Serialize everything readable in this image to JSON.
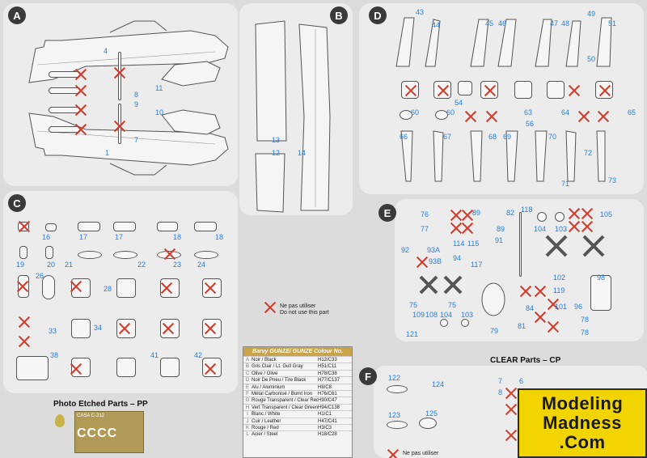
{
  "sections": {
    "a": "A",
    "b": "B",
    "c": "C",
    "d": "D",
    "e": "E",
    "f": "F"
  },
  "labels": {
    "photo_etched": "Photo Etched Parts – PP",
    "clear_parts": "CLEAR Parts – CP",
    "ne_pas_utiliser": "Ne pas utiliser",
    "do_not_use": "Do not use this part"
  },
  "part_numbers": {
    "a": [
      "4",
      "1",
      "8",
      "9",
      "11",
      "10",
      "7"
    ],
    "b": [
      "13",
      "12",
      "14"
    ],
    "c": [
      "16",
      "17",
      "17",
      "18",
      "18",
      "19",
      "20",
      "21",
      "22",
      "23",
      "24",
      "26",
      "28",
      "33",
      "34",
      "38",
      "41",
      "42"
    ],
    "d": [
      "43",
      "44",
      "45",
      "46",
      "47",
      "48",
      "49",
      "50",
      "51",
      "54",
      "56",
      "60",
      "60",
      "63",
      "64",
      "65",
      "66",
      "67",
      "68",
      "69",
      "70",
      "71",
      "72",
      "73"
    ],
    "e": [
      "76",
      "77",
      "89",
      "82",
      "118",
      "105",
      "92",
      "93A",
      "115",
      "114",
      "89",
      "91",
      "104",
      "103",
      "93B",
      "94",
      "117",
      "102",
      "98",
      "75",
      "75",
      "119",
      "84",
      "101",
      "96",
      "109",
      "108",
      "104",
      "103",
      "81",
      "78",
      "121",
      "79",
      "78"
    ],
    "f": [
      "122",
      "124",
      "123",
      "125",
      "7",
      "6",
      "8"
    ]
  },
  "color_table": {
    "header": "Barvy GUNZE/ GUNZE Colour No.",
    "rows": [
      {
        "l": "A",
        "name": "Noir / Black",
        "code": "H12/C33"
      },
      {
        "l": "B",
        "name": "Gris Clair / Lt. Gull Gray",
        "code": "H51/C11"
      },
      {
        "l": "C",
        "name": "Olive / Olive",
        "code": "H78/C38"
      },
      {
        "l": "D",
        "name": "Noir De Pneu / Tire Black",
        "code": "H77/C137"
      },
      {
        "l": "E",
        "name": "Alu / Aluminium",
        "code": "H8/C8"
      },
      {
        "l": "F",
        "name": "Métal Carbonisé / Burnt Iron",
        "code": "H76/C61"
      },
      {
        "l": "G",
        "name": "Rouge Transparent / Clear Red",
        "code": "H90/C47"
      },
      {
        "l": "H",
        "name": "Vert Transparent / Clear Green",
        "code": "H94/C138"
      },
      {
        "l": "I",
        "name": "Blanc / White",
        "code": "H1/C1"
      },
      {
        "l": "J",
        "name": "Cuir / Leather",
        "code": "H47/C41"
      },
      {
        "l": "K",
        "name": "Rouge / Red",
        "code": "H3/C3"
      },
      {
        "l": "L",
        "name": "Acier / Steel",
        "code": "H18/C28"
      }
    ]
  },
  "pe_fret": {
    "label": "CASA C-212",
    "letters": "CCCC"
  },
  "watermark": {
    "line1": "Modeling",
    "line2": "Madness",
    "line3": ".Com"
  },
  "colors": {
    "x_mark": "#d23b2a",
    "part_number": "#2b7fd6",
    "badge": "#3a3a3a",
    "logo_bg": "#f1d400"
  }
}
